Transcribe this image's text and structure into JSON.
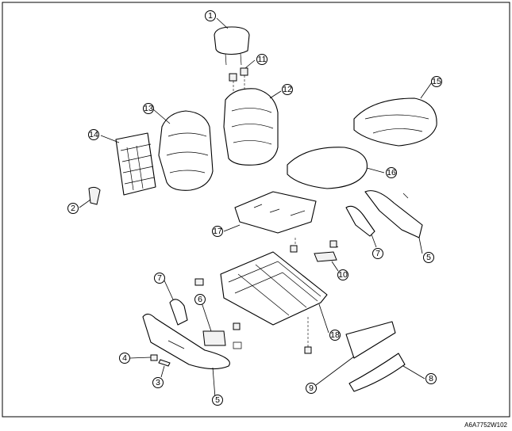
{
  "drawing_code": "A6A7752W102",
  "callouts": [
    {
      "id": "c1",
      "label": "1"
    },
    {
      "id": "c11",
      "label": "11"
    },
    {
      "id": "c12",
      "label": "12"
    },
    {
      "id": "c13",
      "label": "13"
    },
    {
      "id": "c14",
      "label": "14"
    },
    {
      "id": "c15",
      "label": "15"
    },
    {
      "id": "c16",
      "label": "16"
    },
    {
      "id": "c2",
      "label": "2"
    },
    {
      "id": "c17",
      "label": "17"
    },
    {
      "id": "c7a",
      "label": "7"
    },
    {
      "id": "c5a",
      "label": "5"
    },
    {
      "id": "c10",
      "label": "10"
    },
    {
      "id": "c7b",
      "label": "7"
    },
    {
      "id": "c6",
      "label": "6"
    },
    {
      "id": "c4",
      "label": "4"
    },
    {
      "id": "c3",
      "label": "3"
    },
    {
      "id": "c18",
      "label": "18"
    },
    {
      "id": "c5b",
      "label": "5"
    },
    {
      "id": "c9",
      "label": "9"
    },
    {
      "id": "c8",
      "label": "8"
    }
  ]
}
